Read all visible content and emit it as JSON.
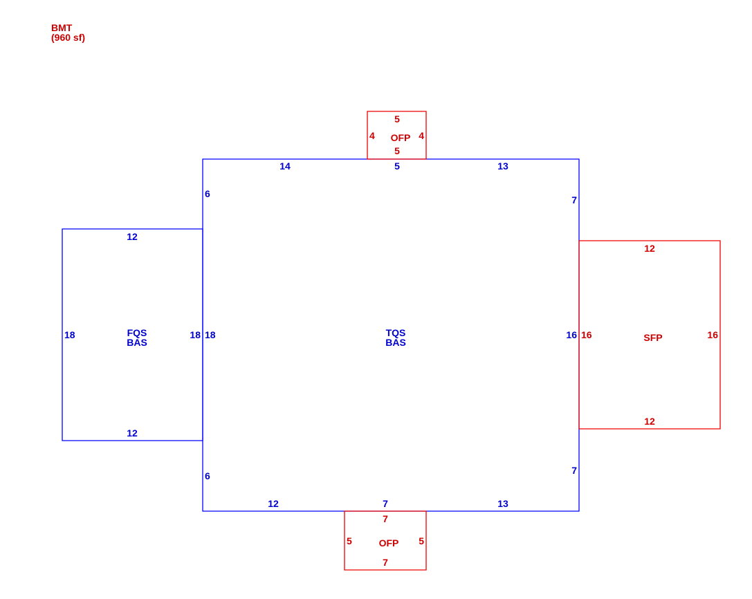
{
  "colors": {
    "living_line": "#0000ff",
    "living_text": "#0000cc",
    "porch_line": "#ee0000",
    "porch_text": "#cc0000"
  },
  "basement": {
    "label": "BMT",
    "area_text": "(960 sf)"
  },
  "main": {
    "code1": "TQS",
    "code2": "BAS",
    "dims": {
      "top_left": "14",
      "top_mid": "5",
      "top_right": "13",
      "left_upper": "6",
      "left_mid": "18",
      "left_lower": "6",
      "right_upper": "7",
      "right_mid": "16",
      "right_lower": "7",
      "bottom_left": "12",
      "bottom_mid": "7",
      "bottom_right": "13"
    }
  },
  "wing_left": {
    "code1": "FQS",
    "code2": "BAS",
    "dims": {
      "top": "12",
      "bottom": "12",
      "left": "18",
      "right": "18"
    }
  },
  "porch_top": {
    "code": "OFP",
    "dims": {
      "top": "5",
      "bottom": "5",
      "left": "4",
      "right": "4"
    }
  },
  "porch_bottom": {
    "code": "OFP",
    "dims": {
      "top": "7",
      "bottom": "7",
      "left": "5",
      "right": "5"
    }
  },
  "porch_right": {
    "code": "SFP",
    "dims": {
      "top": "12",
      "bottom": "12",
      "left": "16",
      "right": "16"
    }
  }
}
